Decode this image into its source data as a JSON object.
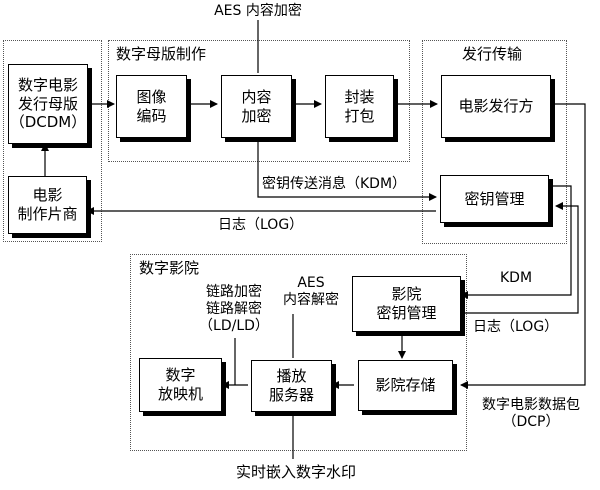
{
  "groups": {
    "master": "数字母版制作",
    "distribution": "发行传输",
    "cinema": "数字影院"
  },
  "nodes": {
    "dcdm": "数字电影\n发行母版\n（DCDM）",
    "producer": "电影\n制作片商",
    "encode": "图像\n编码",
    "encrypt": "内容\n加密",
    "package": "封装\n打包",
    "distributor": "电影发行方",
    "key_mgmt": "密钥管理",
    "cinema_key_mgmt": "影院\n密钥管理",
    "cinema_storage": "影院存储",
    "server": "播放\n服务器",
    "projector": "数字\n放映机"
  },
  "labels": {
    "aes_encrypt": "AES 内容加密",
    "kdm_message": "密钥传送消息（KDM）",
    "log_top": "日志（LOG）",
    "kdm": "KDM",
    "log_cinema": "日志（LOG）",
    "aes_decrypt": "AES\n内容解密",
    "link": "链路加密\n链路解密\n（LD/LD）",
    "dcp": "数字电影数据包\n（DCP）",
    "watermark": "实时嵌入数字水印"
  }
}
